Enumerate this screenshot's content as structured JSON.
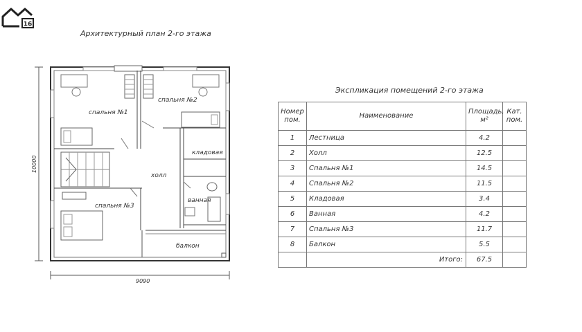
{
  "logo": {
    "badge": "16"
  },
  "plan": {
    "title": "Архитектурный план 2-го этажа",
    "dim_width": "9090",
    "dim_height": "10000",
    "rooms": {
      "bedroom1": "спальня №1",
      "bedroom2": "спальня №2",
      "bedroom3": "спальня №3",
      "hall": "холл",
      "storage": "кладовая",
      "bath": "ванная",
      "balcony": "балкон"
    }
  },
  "explication": {
    "title": "Экспликация помещений 2-го этажа",
    "headers": {
      "num": [
        "Номер",
        "пом."
      ],
      "name": "Наименование",
      "area": [
        "Площадь,",
        "м²"
      ],
      "cat": [
        "Кат.",
        "пом."
      ]
    },
    "rows": [
      {
        "num": "1",
        "name": "Лестница",
        "area": "4.2",
        "cat": ""
      },
      {
        "num": "2",
        "name": "Холл",
        "area": "12.5",
        "cat": ""
      },
      {
        "num": "3",
        "name": "Спальня №1",
        "area": "14.5",
        "cat": ""
      },
      {
        "num": "4",
        "name": "Спальня №2",
        "area": "11.5",
        "cat": ""
      },
      {
        "num": "5",
        "name": "Кладовая",
        "area": "3.4",
        "cat": ""
      },
      {
        "num": "6",
        "name": "Ванная",
        "area": "4.2",
        "cat": ""
      },
      {
        "num": "7",
        "name": "Спальня №3",
        "area": "11.7",
        "cat": ""
      },
      {
        "num": "8",
        "name": "Балкон",
        "area": "5.5",
        "cat": ""
      }
    ],
    "total_label": "Итого:",
    "total_value": "67.5"
  }
}
